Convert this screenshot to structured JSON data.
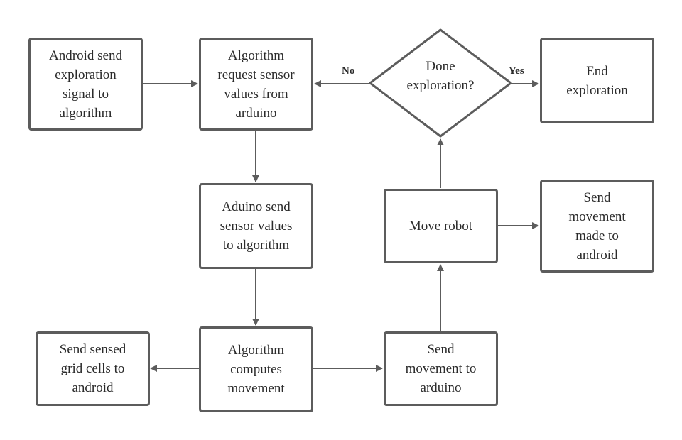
{
  "nodes": {
    "android_send_signal": "Android send\nexploration\nsignal to\nalgorithm",
    "request_sensor": "Algorithm\nrequest sensor\nvalues from\narduino",
    "done_exploration": "Done\nexploration?",
    "end_exploration": "End\nexploration",
    "arduino_send_values": "Aduino send\nsensor values\nto algorithm",
    "move_robot": "Move robot",
    "send_movement_android": "Send\nmovement\nmade to\nandroid",
    "send_grid_cells": "Send sensed\ngrid cells to\nandroid",
    "compute_movement": "Algorithm\ncomputes\nmovement",
    "send_movement_arduino": "Send\nmovement to\narduino"
  },
  "edge_labels": {
    "no": "No",
    "yes": "Yes"
  },
  "colors": {
    "stroke": "#5c5c5c",
    "text": "#2b2b2b",
    "background": "#ffffff"
  }
}
